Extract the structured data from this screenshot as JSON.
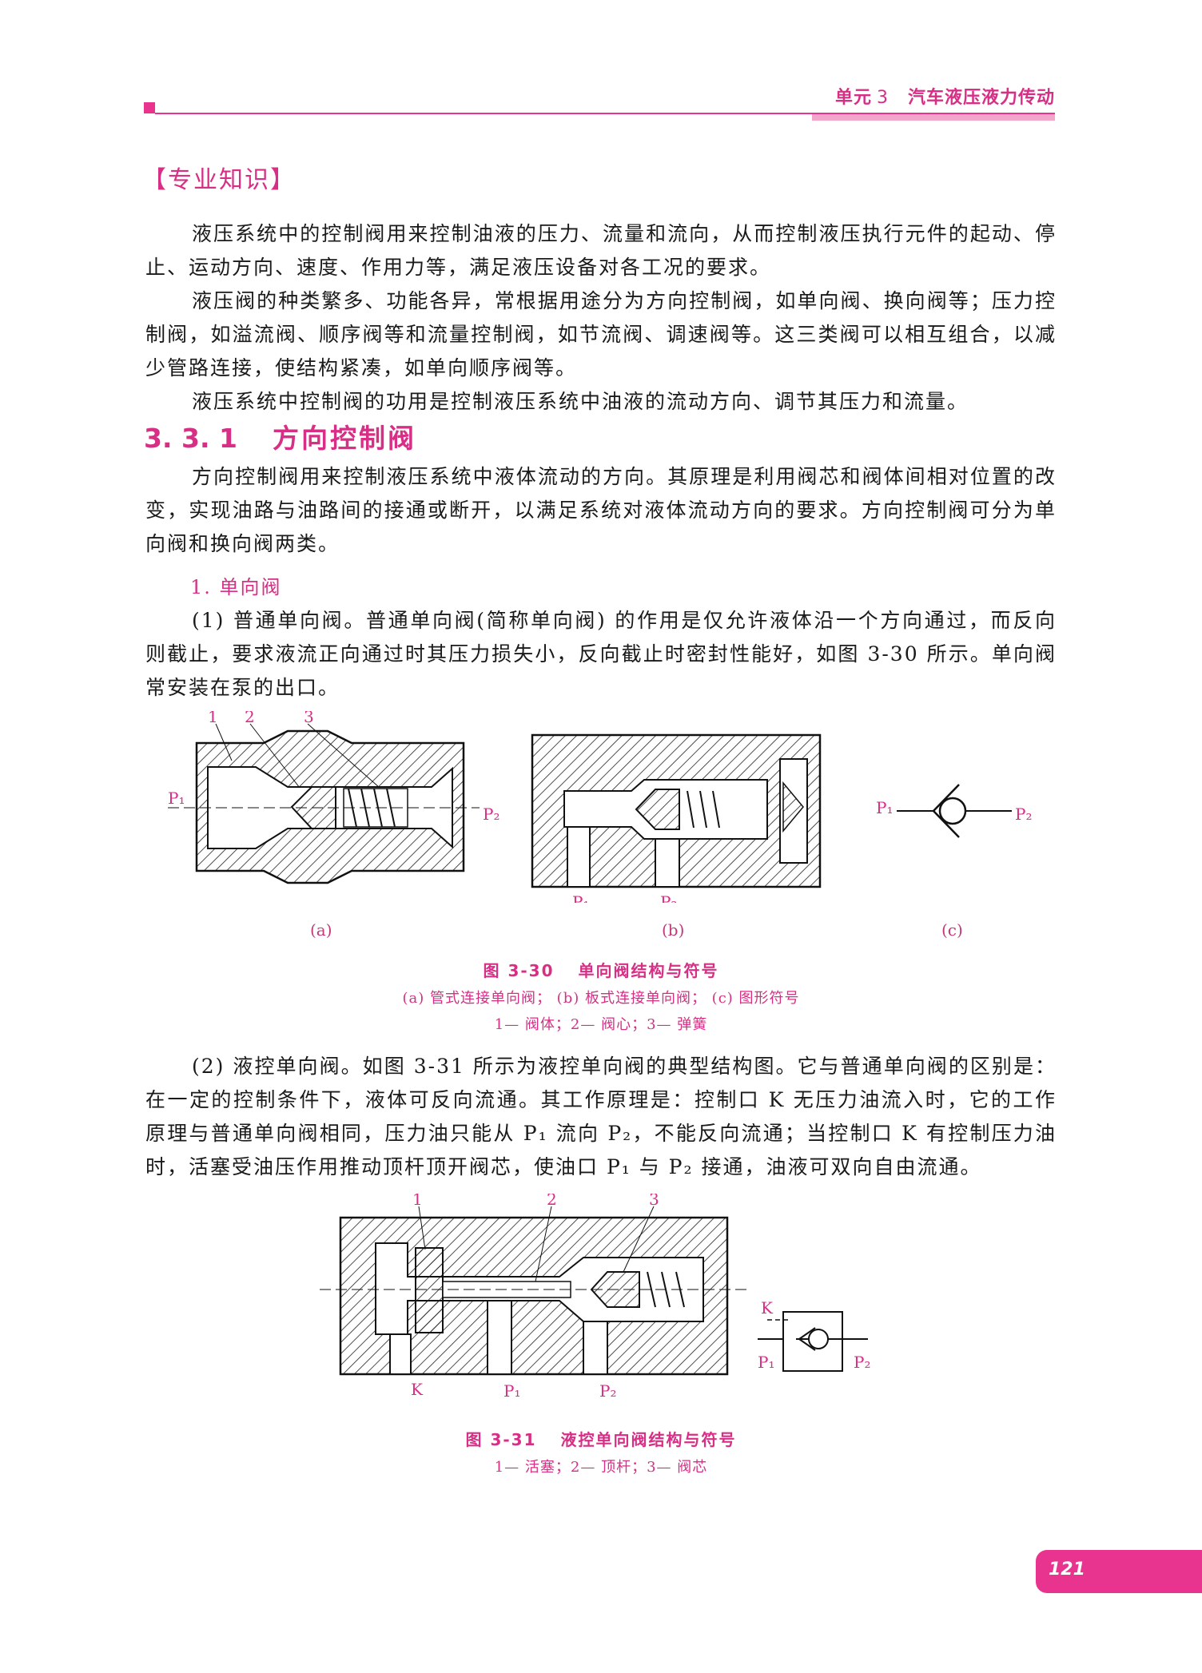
{
  "header": {
    "unit_label": "单元",
    "unit_number": "3",
    "unit_title": "汽车液压液力传动"
  },
  "section_tag": "【专业知识】",
  "intro": {
    "p1": "液压系统中的控制阀用来控制油液的压力、流量和流向，从而控制液压执行元件的起动、停止、运动方向、速度、作用力等，满足液压设备对各工况的要求。",
    "p2": "液压阀的种类繁多、功能各异，常根据用途分为方向控制阀，如单向阀、换向阀等；压力控制阀，如溢流阀、顺序阀等和流量控制阀，如节流阀、调速阀等。这三类阀可以相互组合，以减少管路连接，使结构紧凑，如单向顺序阀等。",
    "p3": "液压系统中控制阀的功用是控制液压系统中油液的流动方向、调节其压力和流量。"
  },
  "section": {
    "number": "3. 3. 1",
    "title": "方向控制阀",
    "p1": "方向控制阀用来控制液压系统中液体流动的方向。其原理是利用阀芯和阀体间相对位置的改变，实现油路与油路间的接通或断开，以满足系统对液体流动方向的要求。方向控制阀可分为单向阀和换向阀两类。"
  },
  "subsection": {
    "title": "1. 单向阀",
    "p1": "(1) 普通单向阀。普通单向阀(简称单向阀) 的作用是仅允许液体沿一个方向通过，而反向则截止，要求液流正向通过时其压力损失小，反向截止时密封性能好，如图 3-30 所示。单向阀常安装在泵的出口。",
    "p2": "(2) 液控单向阀。如图 3-31 所示为液控单向阀的典型结构图。它与普通单向阀的区别是：在一定的控制条件下，液体可反向流通。其工作原理是：控制口 K 无压力油流入时，它的工作原理与普通单向阀相同，压力油只能从 P₁ 流向 P₂，不能反向流通；当控制口 K 有控制压力油时，活塞受油压作用推动顶杆顶开阀芯，使油口 P₁ 与 P₂ 接通，油液可双向自由流通。"
  },
  "figure_330": {
    "labels": {
      "n1": "1",
      "n2": "2",
      "n3": "3",
      "p1": "P₁",
      "p2": "P₂"
    },
    "sub_a": "(a)",
    "sub_b": "(b)",
    "sub_c": "(c)",
    "number": "图 3-30",
    "title": "单向阀结构与符号",
    "sub_caption": "(a) 管式连接单向阀；  (b) 板式连接单向阀；  (c) 图形符号",
    "legend": "1— 阀体；2— 阀心；3— 弹簧"
  },
  "figure_331": {
    "labels": {
      "n1": "1",
      "n2": "2",
      "n3": "3",
      "k": "K",
      "p1": "P₁",
      "p2": "P₂"
    },
    "number": "图 3-31",
    "title": "液控单向阀结构与符号",
    "legend": "1— 活塞；2— 顶杆；3— 阀芯"
  },
  "page_number": "121",
  "colors": {
    "accent": "#e8348f",
    "accent_text": "#d62f85"
  }
}
